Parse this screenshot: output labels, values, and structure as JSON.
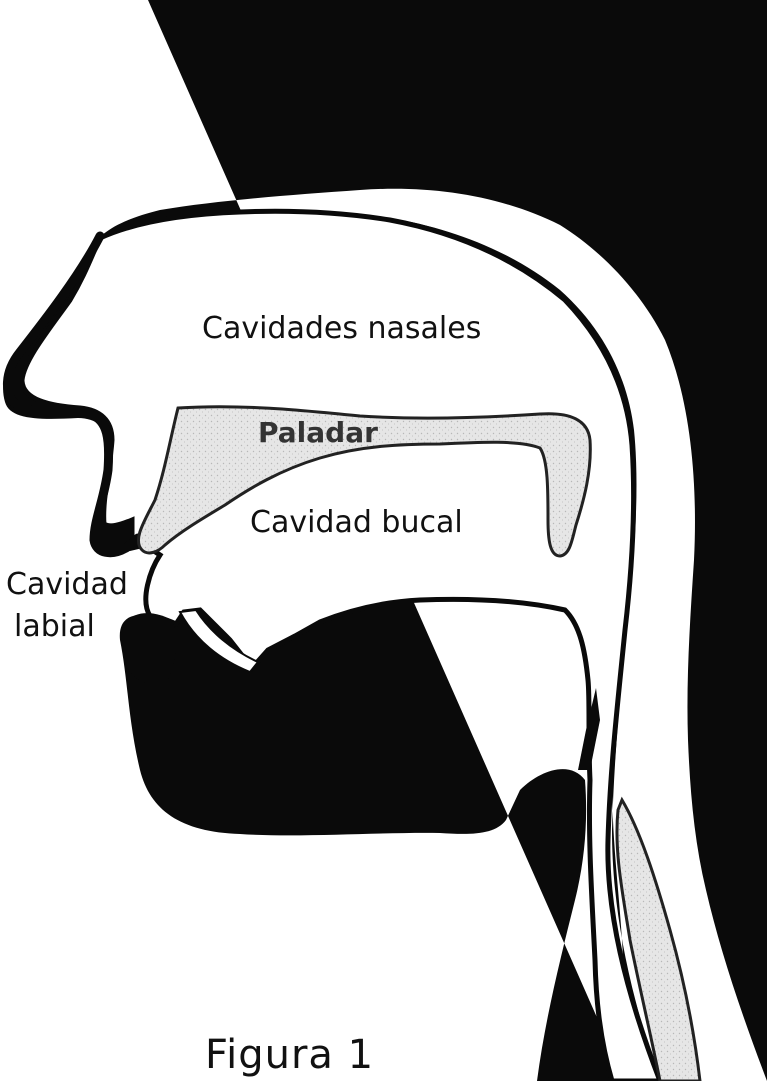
{
  "figure": {
    "caption": "Figura 1",
    "labels": {
      "nasal_cavities": "Cavidades nasales",
      "palate": "Paladar",
      "oral_cavity": "Cavidad bucal",
      "labial_cavity_line1": "Cavidad",
      "labial_cavity_line2": "labial"
    }
  },
  "colors": {
    "anatomy_fill": "#0a0a0a",
    "background": "#ffffff",
    "palate_fill": "#e4e4e4",
    "text": "#111111"
  }
}
